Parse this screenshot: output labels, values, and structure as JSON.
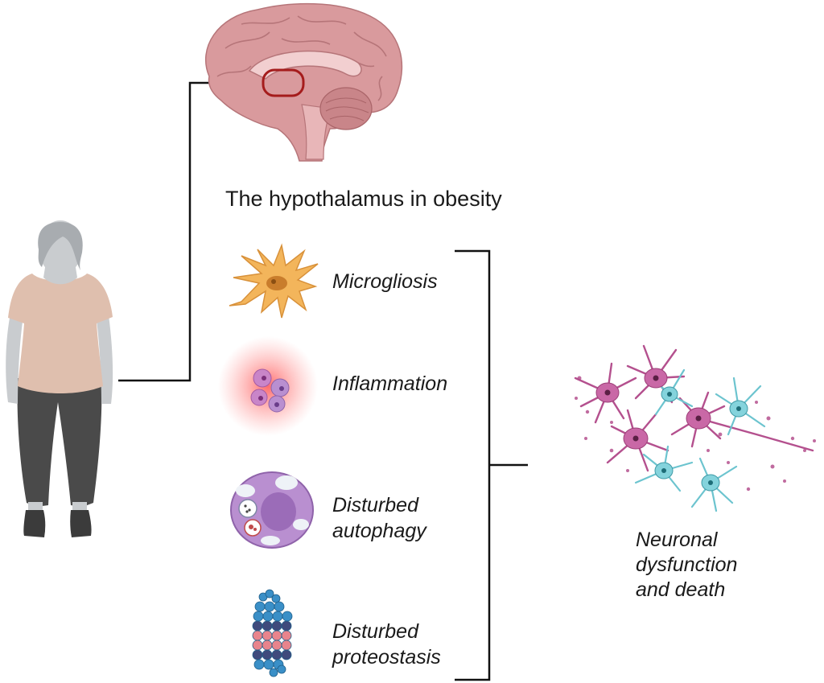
{
  "title": "The hypothalamus in obesity",
  "factors": [
    {
      "icon": "microglia-cell-icon",
      "label_lines": [
        "Microgliosis"
      ]
    },
    {
      "icon": "inflammation-cells-icon",
      "label_lines": [
        "Inflammation"
      ]
    },
    {
      "icon": "autophagy-cell-icon",
      "label_lines": [
        "Disturbed",
        "autophagy"
      ]
    },
    {
      "icon": "protein-aggregate-icon",
      "label_lines": [
        "Disturbed",
        "proteostasis"
      ]
    }
  ],
  "outcome": {
    "label_lines": [
      "Neuronal",
      "dysfunction",
      "and death"
    ]
  },
  "colors": {
    "line": "#111111",
    "highlight": "#a51c1c",
    "brain": "#d99a9d",
    "skin": "#c9cccf",
    "shirt": "#dfbfae",
    "pants": "#4a4a4a",
    "microglia": "#f3b55b",
    "inflammation": "#ff5a5a",
    "autophagy": "#b98fd0",
    "protein_blue": "#3a8fc7",
    "protein_pink": "#e8848c",
    "neuron_magenta": "#b4508e",
    "neuron_cyan": "#6cc4cf"
  }
}
